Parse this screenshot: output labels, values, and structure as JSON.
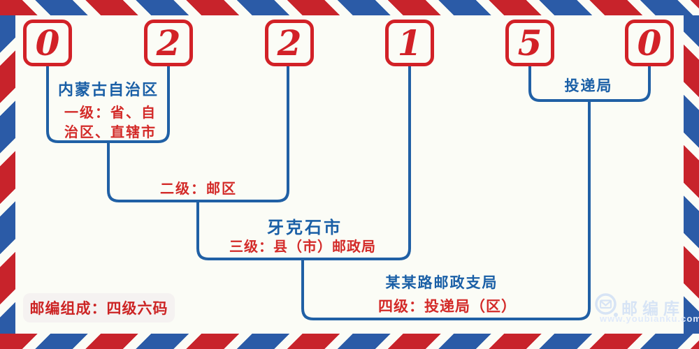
{
  "postal_code": {
    "digits": [
      "0",
      "2",
      "2",
      "1",
      "5",
      "0"
    ]
  },
  "labels": {
    "level1_name": "内蒙古自治区",
    "level1_desc_line1": "一级：省、自",
    "level1_desc_line2": "治区、直辖市",
    "level2_desc": "二级：邮区",
    "level3_name": "牙克石市",
    "level3_desc": "三级：县（市）邮政局",
    "level4_name": "某某路邮政支局",
    "level4_desc": "四级：投递局（区）",
    "level5_name": "投递局"
  },
  "footer": {
    "composition_note": "邮编组成：四级六码"
  },
  "watermark": {
    "brand": "邮编库",
    "url": "www.youbianku.com",
    "icon": "envelope-circle-icon"
  },
  "colors": {
    "background": "#fbfcf6",
    "digit_red": "#d22127",
    "stripe_red": "#c8232b",
    "stripe_blue": "#2b5ba7",
    "connector_blue": "#2060a5",
    "name_blue": "#1a5fa6",
    "desc_red": "#d32a28",
    "footer_red": "#cc2424",
    "footer_pill_bg": "#f5f2f1",
    "watermark_blue": "#d7e4f5"
  }
}
